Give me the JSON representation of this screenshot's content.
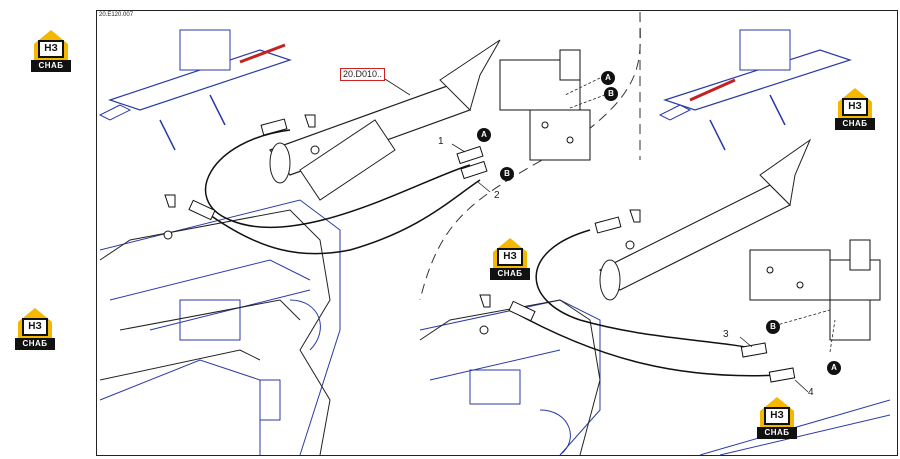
{
  "diagram": {
    "code": "20.E120.007",
    "reference": "20.D010..",
    "callouts": [
      "1",
      "2",
      "3",
      "4"
    ],
    "ports": [
      "A",
      "B"
    ]
  },
  "brand": {
    "initials": "НЗ",
    "word": "СНАБ",
    "color": "#f5b800"
  },
  "colors": {
    "line": "#1a1a1a",
    "blue": "#2a3aa8",
    "red": "#c22222"
  }
}
